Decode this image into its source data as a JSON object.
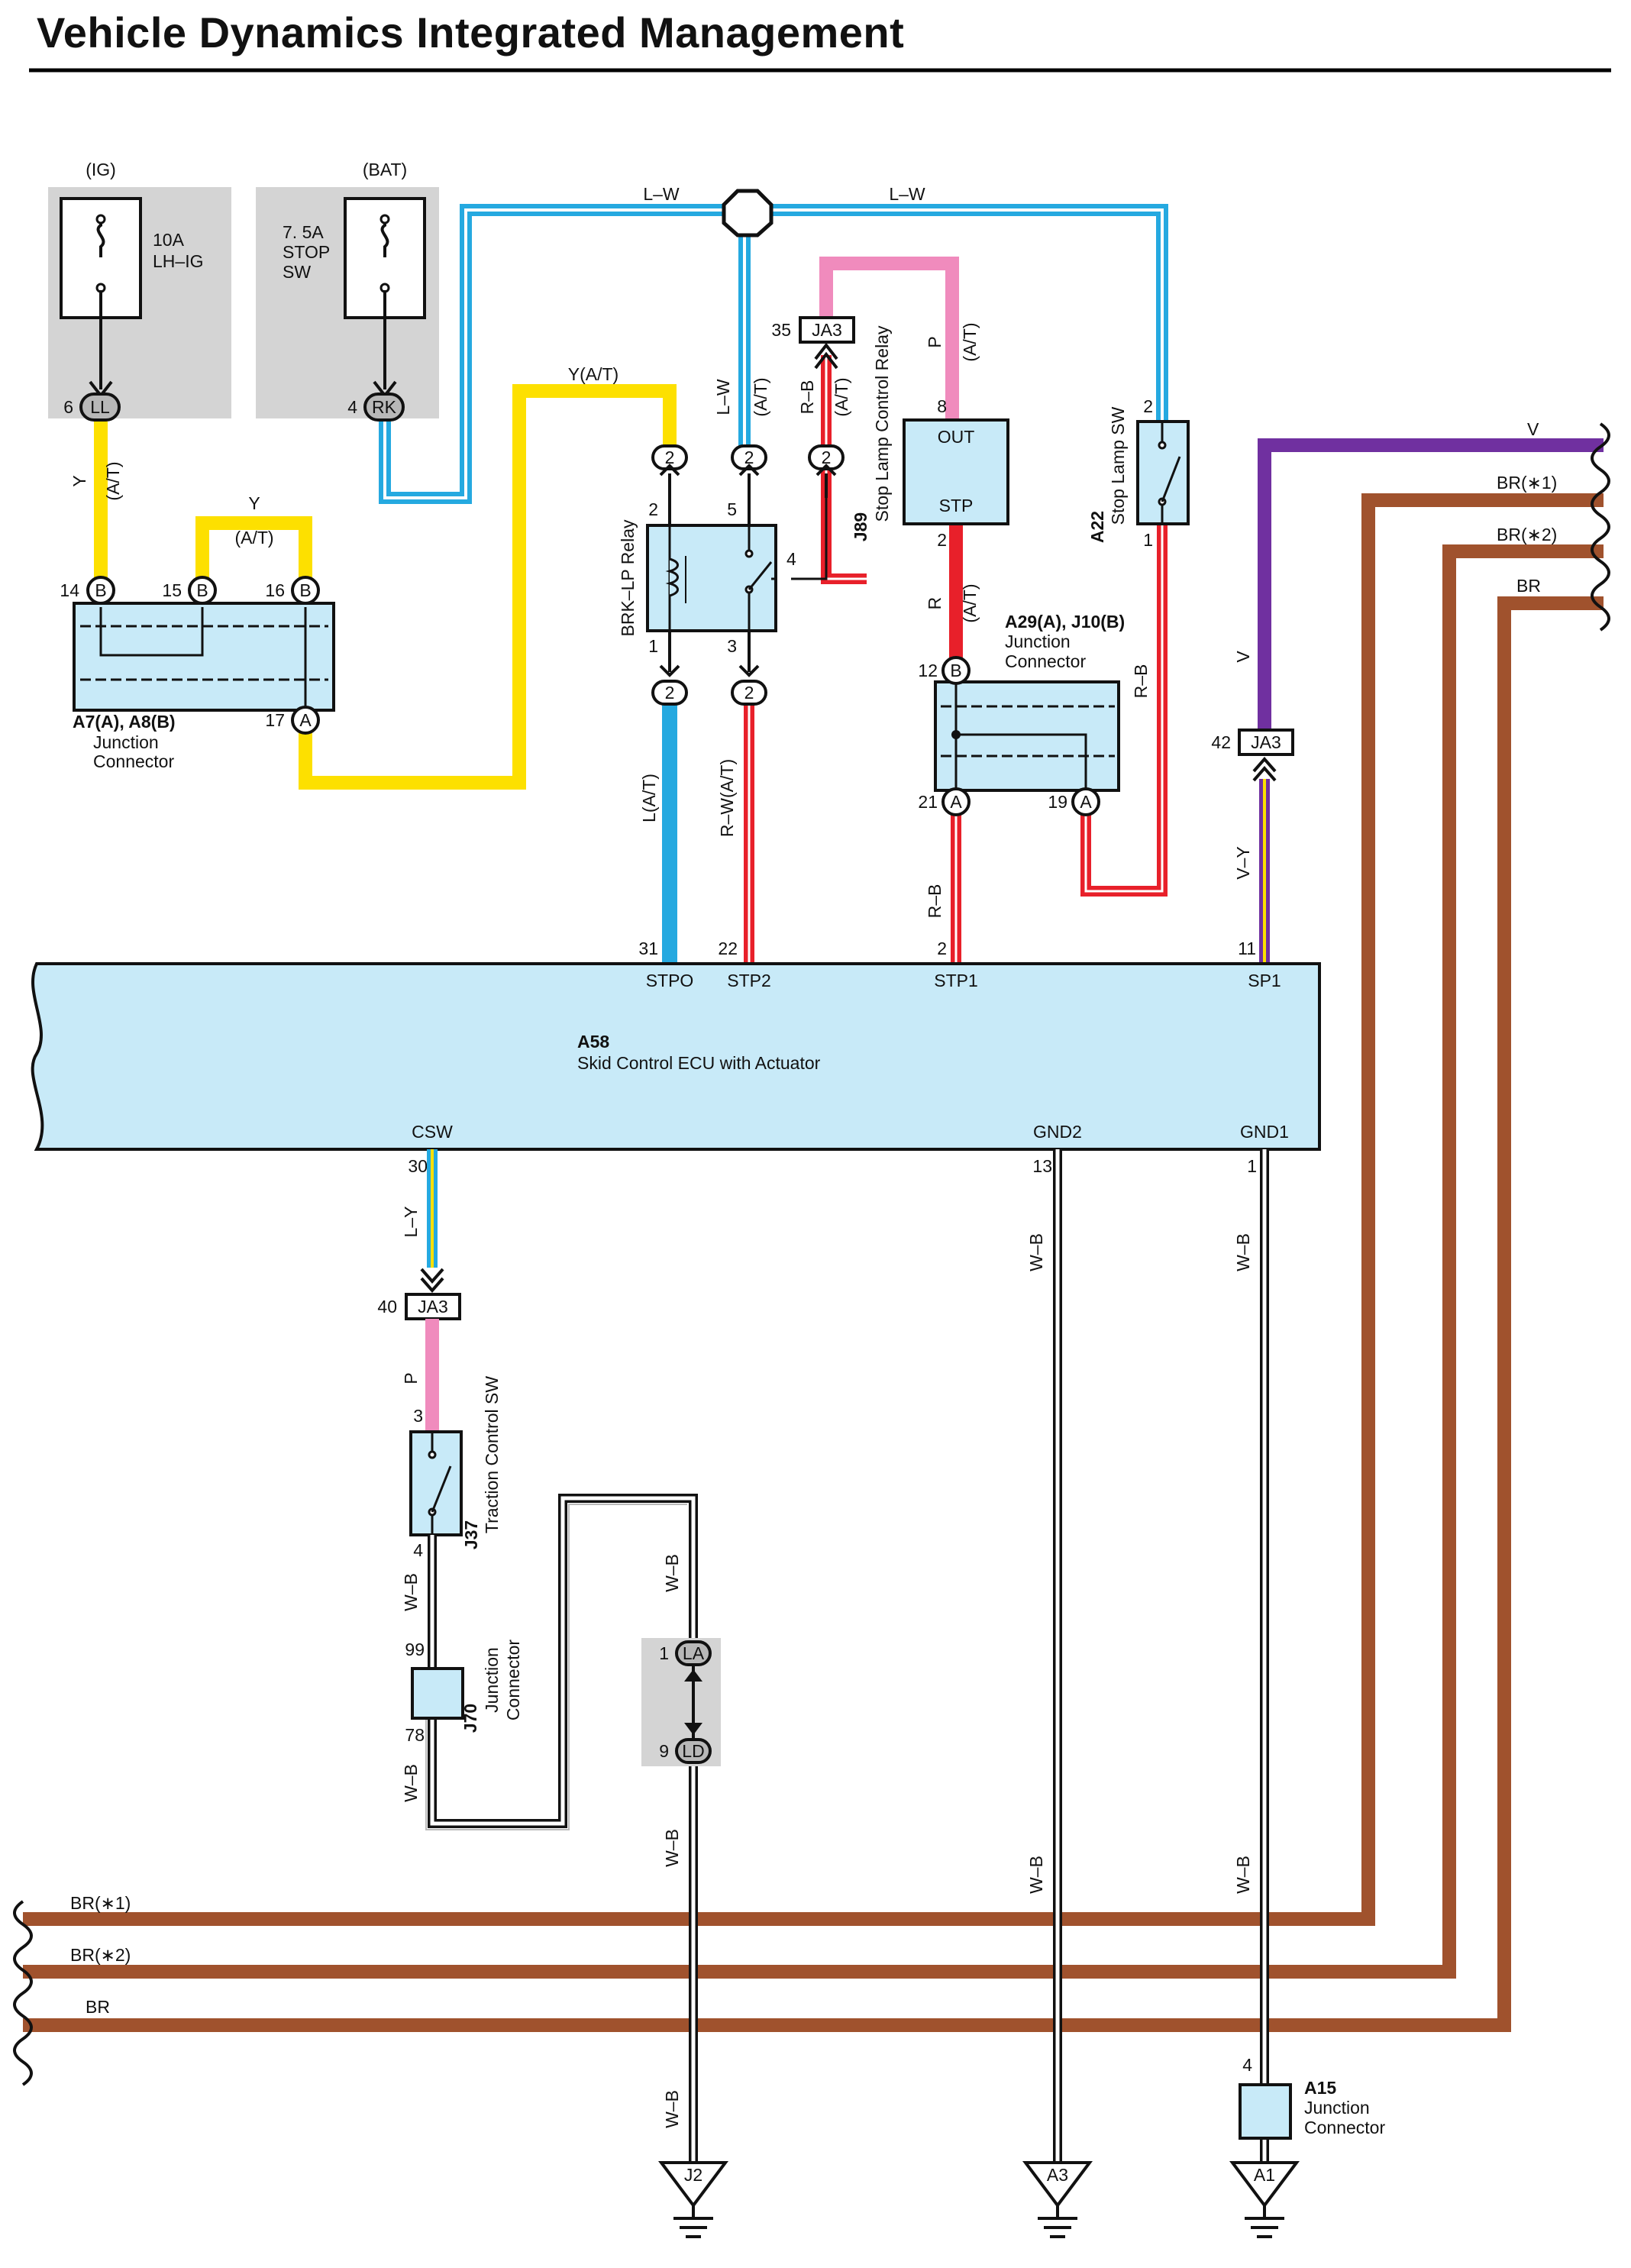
{
  "title": "Vehicle Dynamics Integrated Management",
  "power": {
    "ig": {
      "label": "(IG)",
      "amp": "10A",
      "name": "LH–IG",
      "pin": "6",
      "conn": "LL"
    },
    "bat": {
      "label": "(BAT)",
      "amp": "7. 5A",
      "name_l1": "STOP",
      "name_l2": "SW",
      "pin": "4",
      "conn": "RK"
    }
  },
  "wires": {
    "lw_left": "L–W",
    "lw_right": "L–W",
    "y": "Y",
    "y_at": "(A/T)",
    "y_short": "Y",
    "y_short_at": "(A/T)",
    "y_at_top": "Y(A/T)",
    "lw_vert": "L–W",
    "lw_vert_at": "(A/T)",
    "rb_vert": "R–B",
    "rb_vert_at": "(A/T)",
    "p_top": "P",
    "p_top_at": "(A/T)",
    "r_mid": "R",
    "r_mid_at": "(A/T)",
    "rb_right": "R–B",
    "l_at": "L(A/T)",
    "rw_at": "R–W(A/T)",
    "rb_stp1": "R–B",
    "v": "V",
    "vy": "V–Y",
    "ly": "L–Y",
    "p_low": "P",
    "wb_j37": "W–B",
    "wb_j70": "W–B",
    "wb_loop": "W–B",
    "wb_ld": "W–B",
    "wb_j2": "W–B",
    "wb_gnd2_upper": "W–B",
    "wb_gnd2_lower": "W–B",
    "wb_gnd1_upper": "W–B",
    "wb_gnd1_lower": "W–B"
  },
  "bus_right": [
    {
      "label": "V"
    },
    {
      "label": "BR(∗1)"
    },
    {
      "label": "BR(∗2)"
    },
    {
      "label": "BR"
    }
  ],
  "bus_bottom": [
    {
      "label": "BR(∗1)"
    },
    {
      "label": "BR(∗2)"
    },
    {
      "label": "BR"
    }
  ],
  "junction_a7": {
    "pins": [
      "14",
      "15",
      "16",
      "17"
    ],
    "conns": [
      "B",
      "B",
      "B",
      "A"
    ],
    "name": "A7(A), A8(B)",
    "desc_l1": "Junction",
    "desc_l2": "Connector"
  },
  "relay_brk": {
    "name": "BRK–LP Relay",
    "conn_top": [
      "2",
      "2",
      "2"
    ],
    "conn_bottom": [
      "2",
      "2"
    ],
    "pins": [
      "2",
      "5",
      "4",
      "1",
      "3"
    ]
  },
  "ja3_top": {
    "pin": "35",
    "name": "JA3"
  },
  "relay_stop": {
    "code": "J89",
    "name": "Stop Lamp Control Relay",
    "out": "OUT",
    "stp": "STP",
    "pin_top": "8",
    "pin_bottom": "2"
  },
  "stop_sw": {
    "code": "A22",
    "name": "Stop Lamp SW",
    "pin_top": "2",
    "pin_bottom": "1"
  },
  "junction_a29": {
    "name": "A29(A), J10(B)",
    "desc_l1": "Junction",
    "desc_l2": "Connector",
    "pins": [
      "12",
      "21",
      "19"
    ],
    "conns": [
      "B",
      "A",
      "A"
    ]
  },
  "ja3_sp1": {
    "pin": "42",
    "name": "JA3"
  },
  "ecu": {
    "code": "A58",
    "name": "Skid Control ECU with Actuator",
    "top_pins": [
      {
        "num": "31",
        "name": "STPO"
      },
      {
        "num": "22",
        "name": "STP2"
      },
      {
        "num": "2",
        "name": "STP1"
      },
      {
        "num": "11",
        "name": "SP1"
      }
    ],
    "bottom_pins": [
      {
        "num": "30",
        "name": "CSW"
      },
      {
        "num": "13",
        "name": "GND2"
      },
      {
        "num": "1",
        "name": "GND1"
      }
    ]
  },
  "ja3_csw": {
    "pin": "40",
    "name": "JA3"
  },
  "traction_sw": {
    "code": "J37",
    "name": "Traction Control SW",
    "pin_top": "3",
    "pin_bottom": "4"
  },
  "j70": {
    "code": "J70",
    "desc_l1": "Junction",
    "desc_l2": "Connector",
    "pin_top": "99",
    "pin_bottom": "78"
  },
  "la_ld": {
    "pin_la": "1",
    "conn_la": "LA",
    "pin_ld": "9",
    "conn_ld": "LD"
  },
  "a15": {
    "code": "A15",
    "desc_l1": "Junction",
    "desc_l2": "Connector",
    "pin": "4"
  },
  "grounds": [
    "J2",
    "A3",
    "A1"
  ],
  "colors": {
    "blue": "#25a9e0",
    "yellow": "#fde000",
    "pink": "#f08bbd",
    "red": "#e8202a",
    "purple": "#7030a0",
    "brown": "#a0522d",
    "box": "#c8eaf8",
    "gray": "#d4d4d4"
  }
}
